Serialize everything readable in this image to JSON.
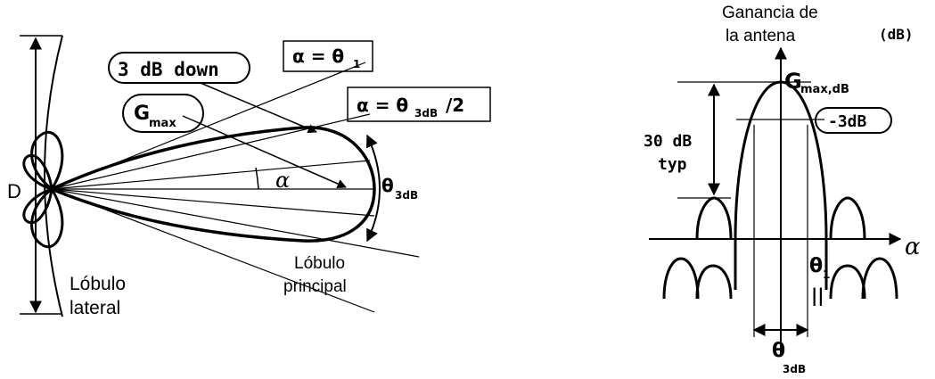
{
  "left_diagram": {
    "d_label": "D",
    "callout_3db_down": "3 dB down",
    "callout_gmax_g": "G",
    "callout_gmax_sub": "max",
    "box_alpha_eq_theta1_main": "α = θ",
    "box_alpha_eq_theta1_sub": "1",
    "box_alpha_eq_half_main": "α = θ",
    "box_alpha_eq_half_sub": "3dB",
    "box_alpha_eq_half_tail": "/2",
    "alpha_label": "α",
    "theta_3db_main": "θ",
    "theta_3db_sub": "3dB",
    "side_lobe_line1": "Lóbulo",
    "side_lobe_line2": "lateral",
    "main_lobe_line1": "Lóbulo",
    "main_lobe_line2": "principal"
  },
  "right_diagram": {
    "ylabel_line1": "Ganancia de",
    "ylabel_line2": "la antena",
    "unit": "(dB)",
    "gmax_g": "G",
    "gmax_sub": "max,dB",
    "minus3db": "-3dB",
    "typ_line1": "30 dB",
    "typ_line2": "typ",
    "theta1_main": "θ",
    "theta1_sub": "1",
    "parallel_mark": "||",
    "alpha_axis": "α",
    "theta3db_main": "θ",
    "theta3db_sub": "3dB"
  }
}
